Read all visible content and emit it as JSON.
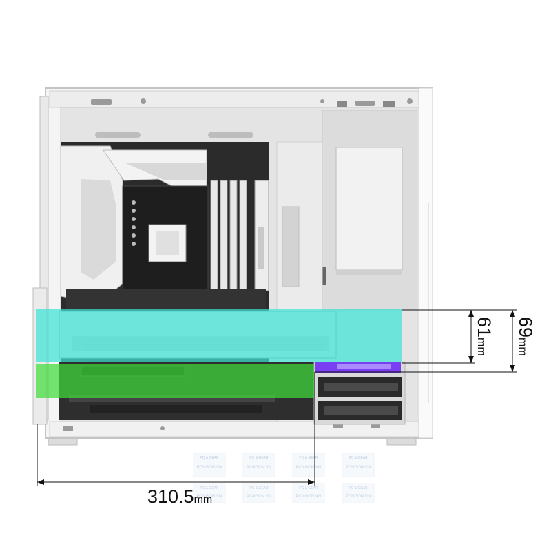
{
  "dimensions": {
    "gpu_length": {
      "value": "310.5",
      "unit": "mm"
    },
    "height_inner": {
      "value": "61",
      "unit": "mm"
    },
    "height_outer": {
      "value": "69",
      "unit": "mm"
    }
  },
  "watermarks": {
    "line1": "PC & GEAR",
    "line2": "PCNGON.VN"
  },
  "colors": {
    "case_white": "#f2f2f2",
    "case_edge": "#c9c9c9",
    "interior": "#e6e6e6",
    "motherboard": "#2b2b2b",
    "gpu_highlight": "#3fe3d6",
    "slot_highlight": "#3fdc3a",
    "ssd_purple": "#7a3ff2",
    "dim_line": "#111111"
  }
}
